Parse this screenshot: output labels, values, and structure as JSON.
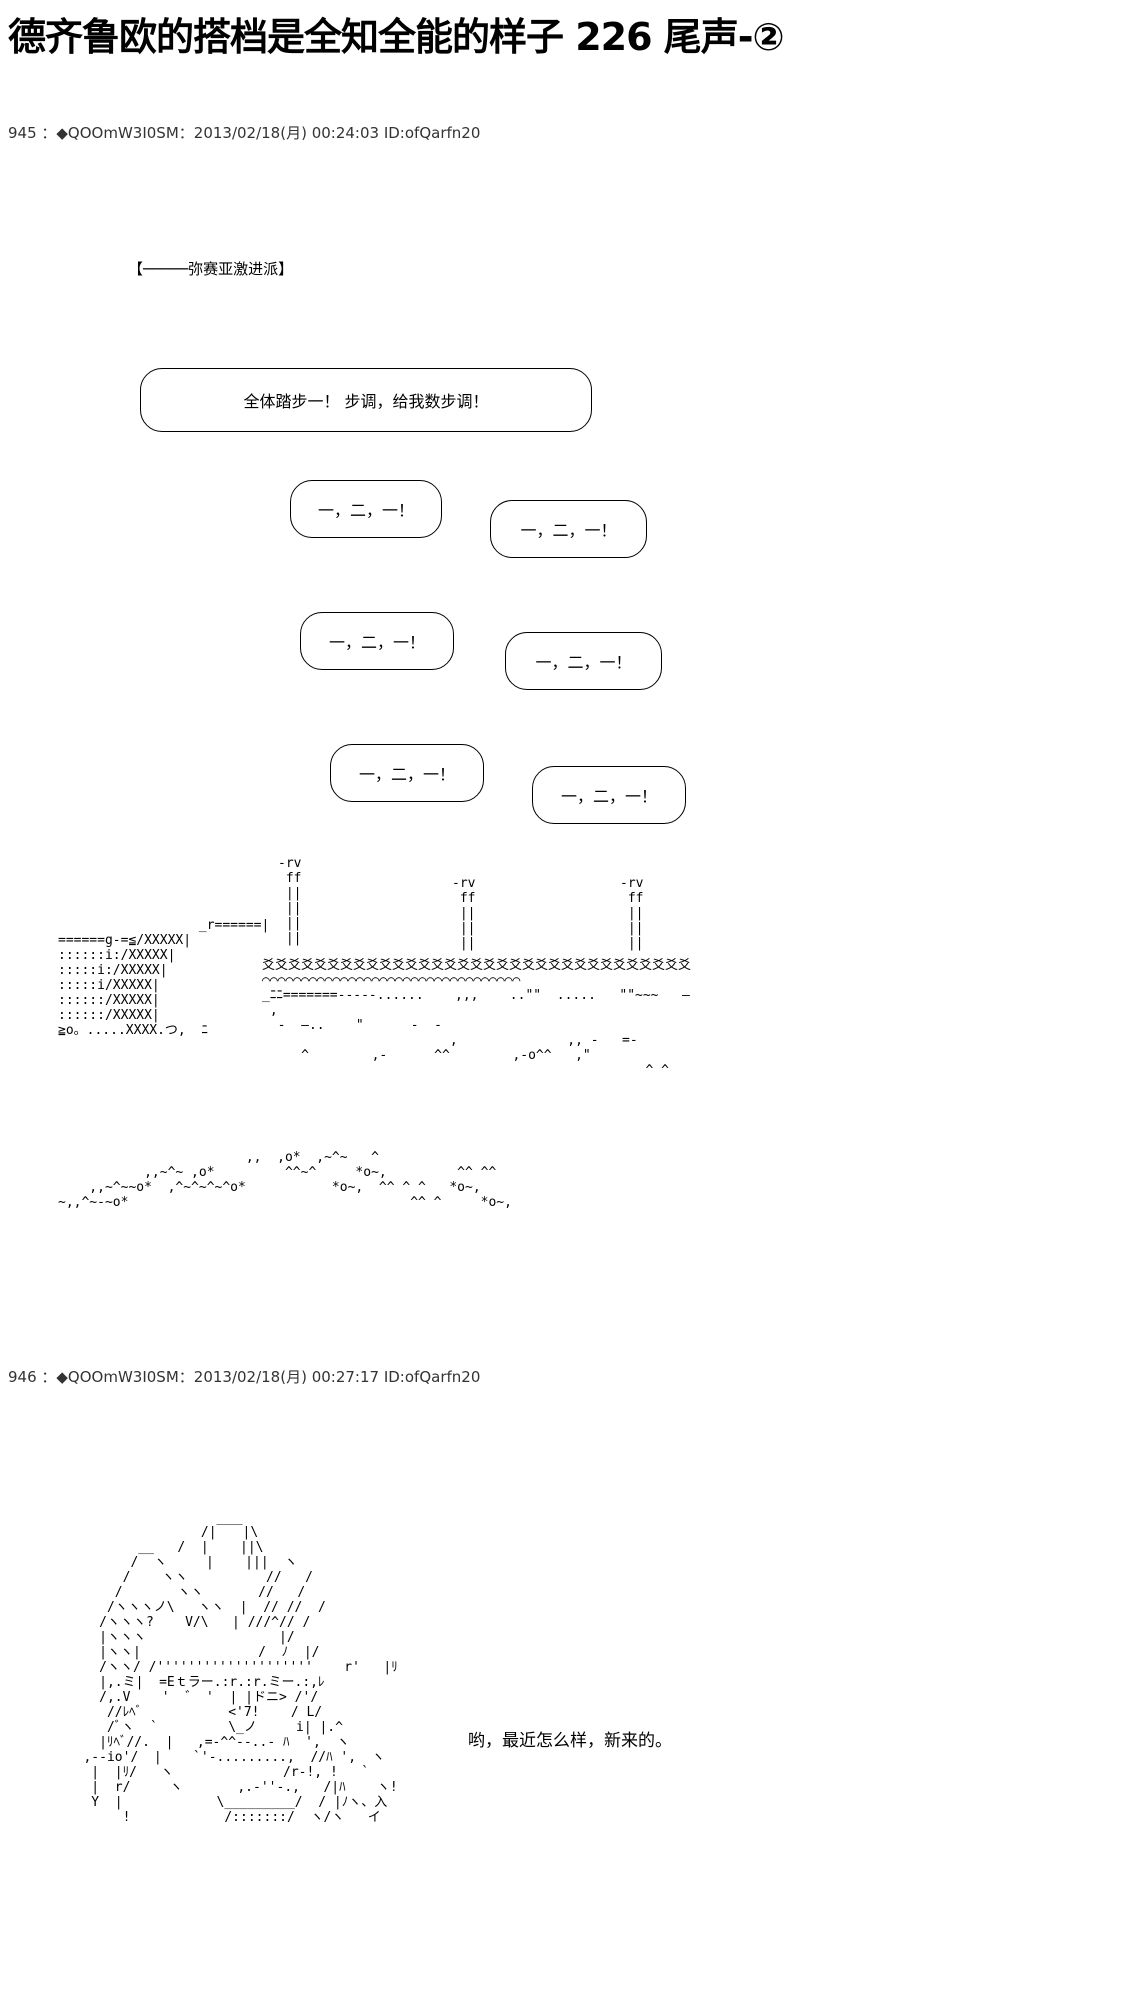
{
  "title": "德齐鲁欧的搭档是全知全能的样子 226 尾声-②",
  "posts": [
    {
      "header": "945 ：◆QOOmW3I0SM：2013/02/18(月) 00:24:03 ID:ofQarfn20",
      "caption": "【─────弥赛亚激进派】",
      "main_bubble": "全体踏步一！ 步调，给我数步调！",
      "chant_bubbles": [
        "一，二，一！",
        "一，二，一！",
        "一，二，一！",
        "一，二，一！",
        "一，二，一！",
        "一，二，一！"
      ]
    },
    {
      "header": "946 ：◆QOOmW3I0SM：2013/02/18(月) 00:27:17 ID:ofQarfn20",
      "speech": "哟，最近怎么样，新来的。"
    }
  ]
}
